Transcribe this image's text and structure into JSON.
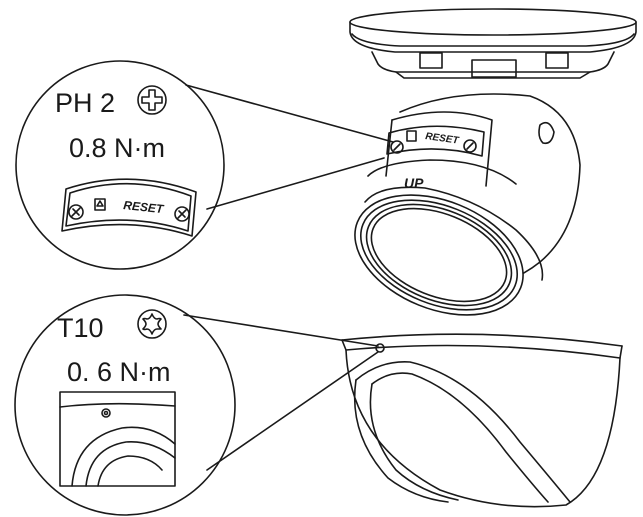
{
  "upper_callout": {
    "driver": "PH 2",
    "torque": "0.8 N·m",
    "plate_label": "RESET"
  },
  "lower_callout": {
    "driver": "T10",
    "torque": "0. 6 N·m"
  },
  "camera": {
    "plate_label": "RESET",
    "orientation_mark": "UP"
  },
  "icons": {
    "upper": "phillips-screwdriver-icon",
    "lower": "torx-screwdriver-icon"
  },
  "colors": {
    "line": "#1a1a1a",
    "background": "#ffffff"
  }
}
